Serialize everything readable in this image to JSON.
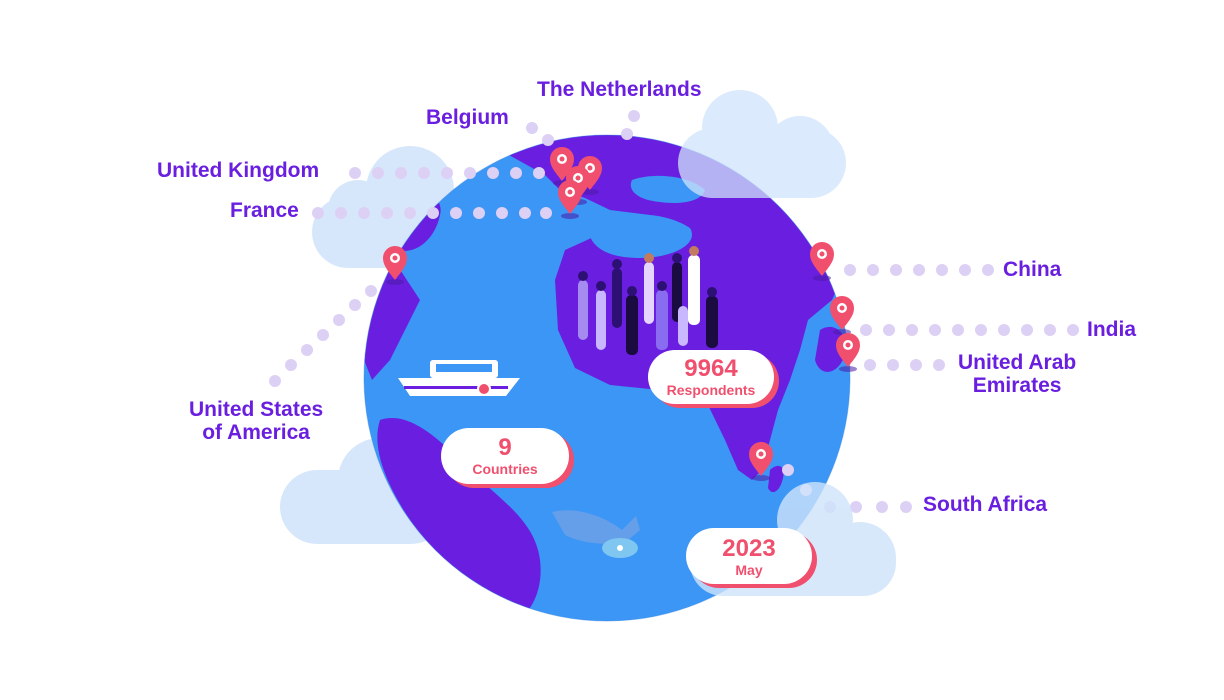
{
  "colors": {
    "ocean": "#3b96f5",
    "land": "#6a1fe0",
    "label": "#6a1fe0",
    "pin": "#f0506e",
    "dots": "#ddd0f5",
    "cloud": "#cfe3fb"
  },
  "countries": {
    "netherlands": "The Netherlands",
    "belgium": "Belgium",
    "uk": "United Kingdom",
    "france": "France",
    "china": "China",
    "india": "India",
    "uae_line1": "United Arab",
    "uae_line2": "Emirates",
    "usa_line1": "United States",
    "usa_line2": "of America",
    "south_africa": "South Africa"
  },
  "stats": {
    "respondents": {
      "value": "9964",
      "label": "Respondents"
    },
    "countries": {
      "value": "9",
      "label": "Countries"
    },
    "date": {
      "value": "2023",
      "label": "May"
    }
  }
}
